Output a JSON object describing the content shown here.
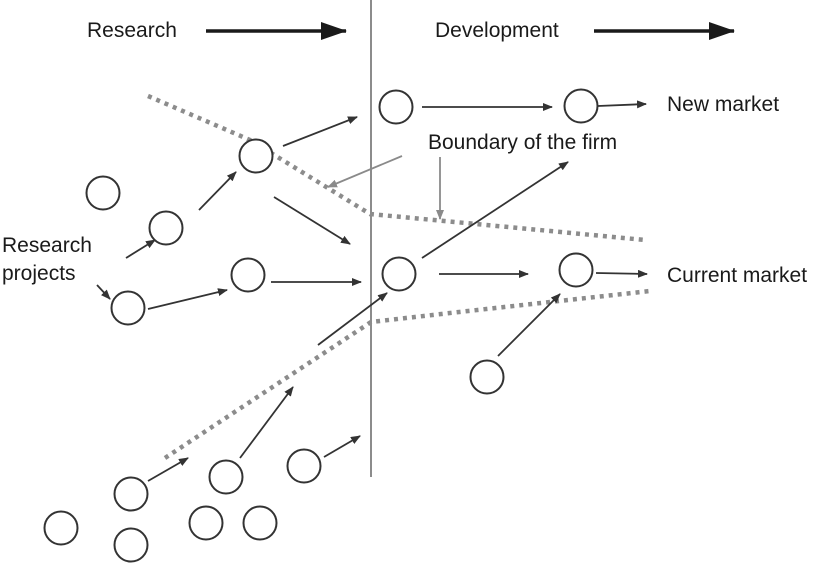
{
  "labels": {
    "research": "Research",
    "development": "Development",
    "new_market": "New market",
    "boundary": "Boundary of the firm",
    "research_projects_line1": "Research",
    "research_projects_line2": "projects",
    "current_market": "Current market"
  }
}
